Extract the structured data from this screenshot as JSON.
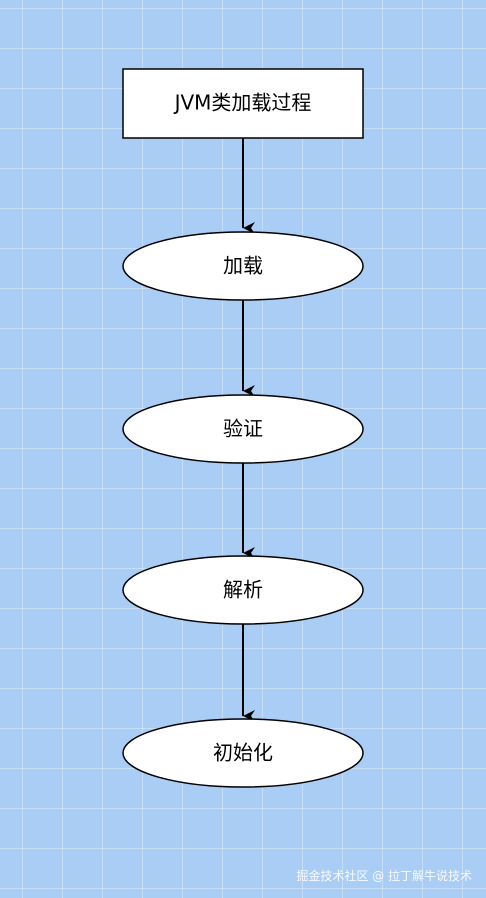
{
  "diagram": {
    "title": "JVM类加载过程",
    "steps": [
      {
        "label": "加载"
      },
      {
        "label": "验证"
      },
      {
        "label": "解析"
      },
      {
        "label": "初始化"
      }
    ]
  },
  "watermark": {
    "text": "掘金技术社区 @ 拉丁解牛说技术"
  },
  "colors": {
    "background": "#a9cdf5",
    "node_fill": "#ffffff",
    "stroke": "#000000"
  }
}
